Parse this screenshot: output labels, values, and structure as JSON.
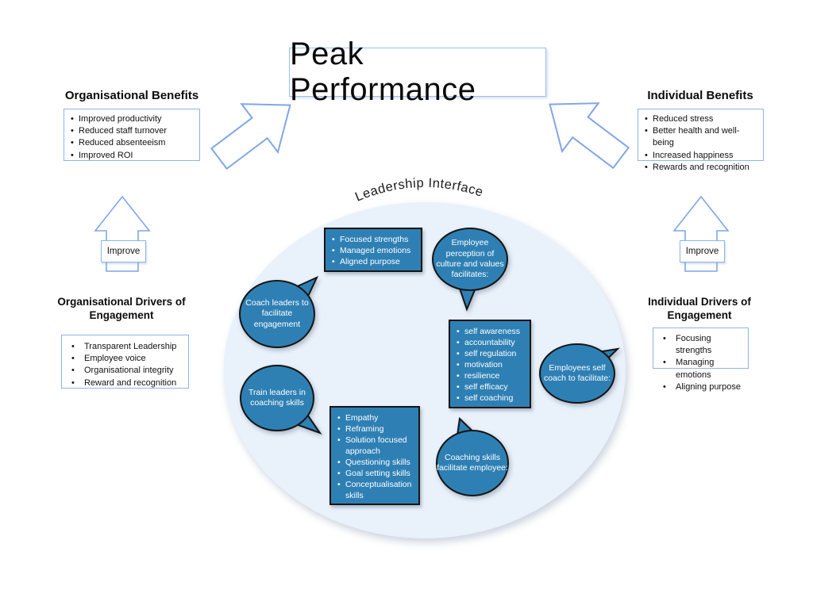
{
  "title": "Peak Performance",
  "labels": {
    "improve_left": "Improve",
    "improve_right": "Improve",
    "leadership_interface": "Leadership Interface"
  },
  "org_benefits": {
    "heading": "Organisational Benefits",
    "items": [
      "Improved productivity",
      "Reduced staff turnover",
      "Reduced absenteeism",
      "Improved ROI"
    ]
  },
  "ind_benefits": {
    "heading": "Individual Benefits",
    "items": [
      "Reduced stress",
      "Better health and well-being",
      "Increased happiness",
      "Rewards and recognition"
    ]
  },
  "org_drivers": {
    "heading": "Organisational Drivers of Engagement",
    "items": [
      "Transparent Leadership",
      "Employee voice",
      "Organisational integrity",
      "Reward and recognition"
    ]
  },
  "ind_drivers": {
    "heading": "Individual Drivers of Engagement",
    "items": [
      "Focusing strengths",
      "Managing emotions",
      "Aligning purpose"
    ]
  },
  "cycle": {
    "outcomes_box": [
      "Focused strengths",
      "Managed emotions",
      "Aligned purpose"
    ],
    "perception_bubble": "Employee perception of culture and values facilitates:",
    "self_box": [
      "self awareness",
      "accountability",
      "self regulation",
      "motivation",
      "resilience",
      "self efficacy",
      "self coaching"
    ],
    "self_coach_bubble": "Employees self coach to facilitate:",
    "coaching_bubble": "Coaching skills facilitate employee:",
    "skills_box": [
      "Empathy",
      "Reframing",
      "Solution focused approach",
      "Questioning skills",
      "Goal setting skills",
      "Conceptualisation skills"
    ],
    "coach_leaders_bubble": "Coach leaders to facilitate engagement",
    "train_leaders_bubble": "Train leaders in coaching skills"
  },
  "colors": {
    "bubble_fill": "#2E80B4",
    "bubble_border": "#151515",
    "outline_blue": "#8FB4E8",
    "ellipse_fill": "#E9F1FB"
  }
}
